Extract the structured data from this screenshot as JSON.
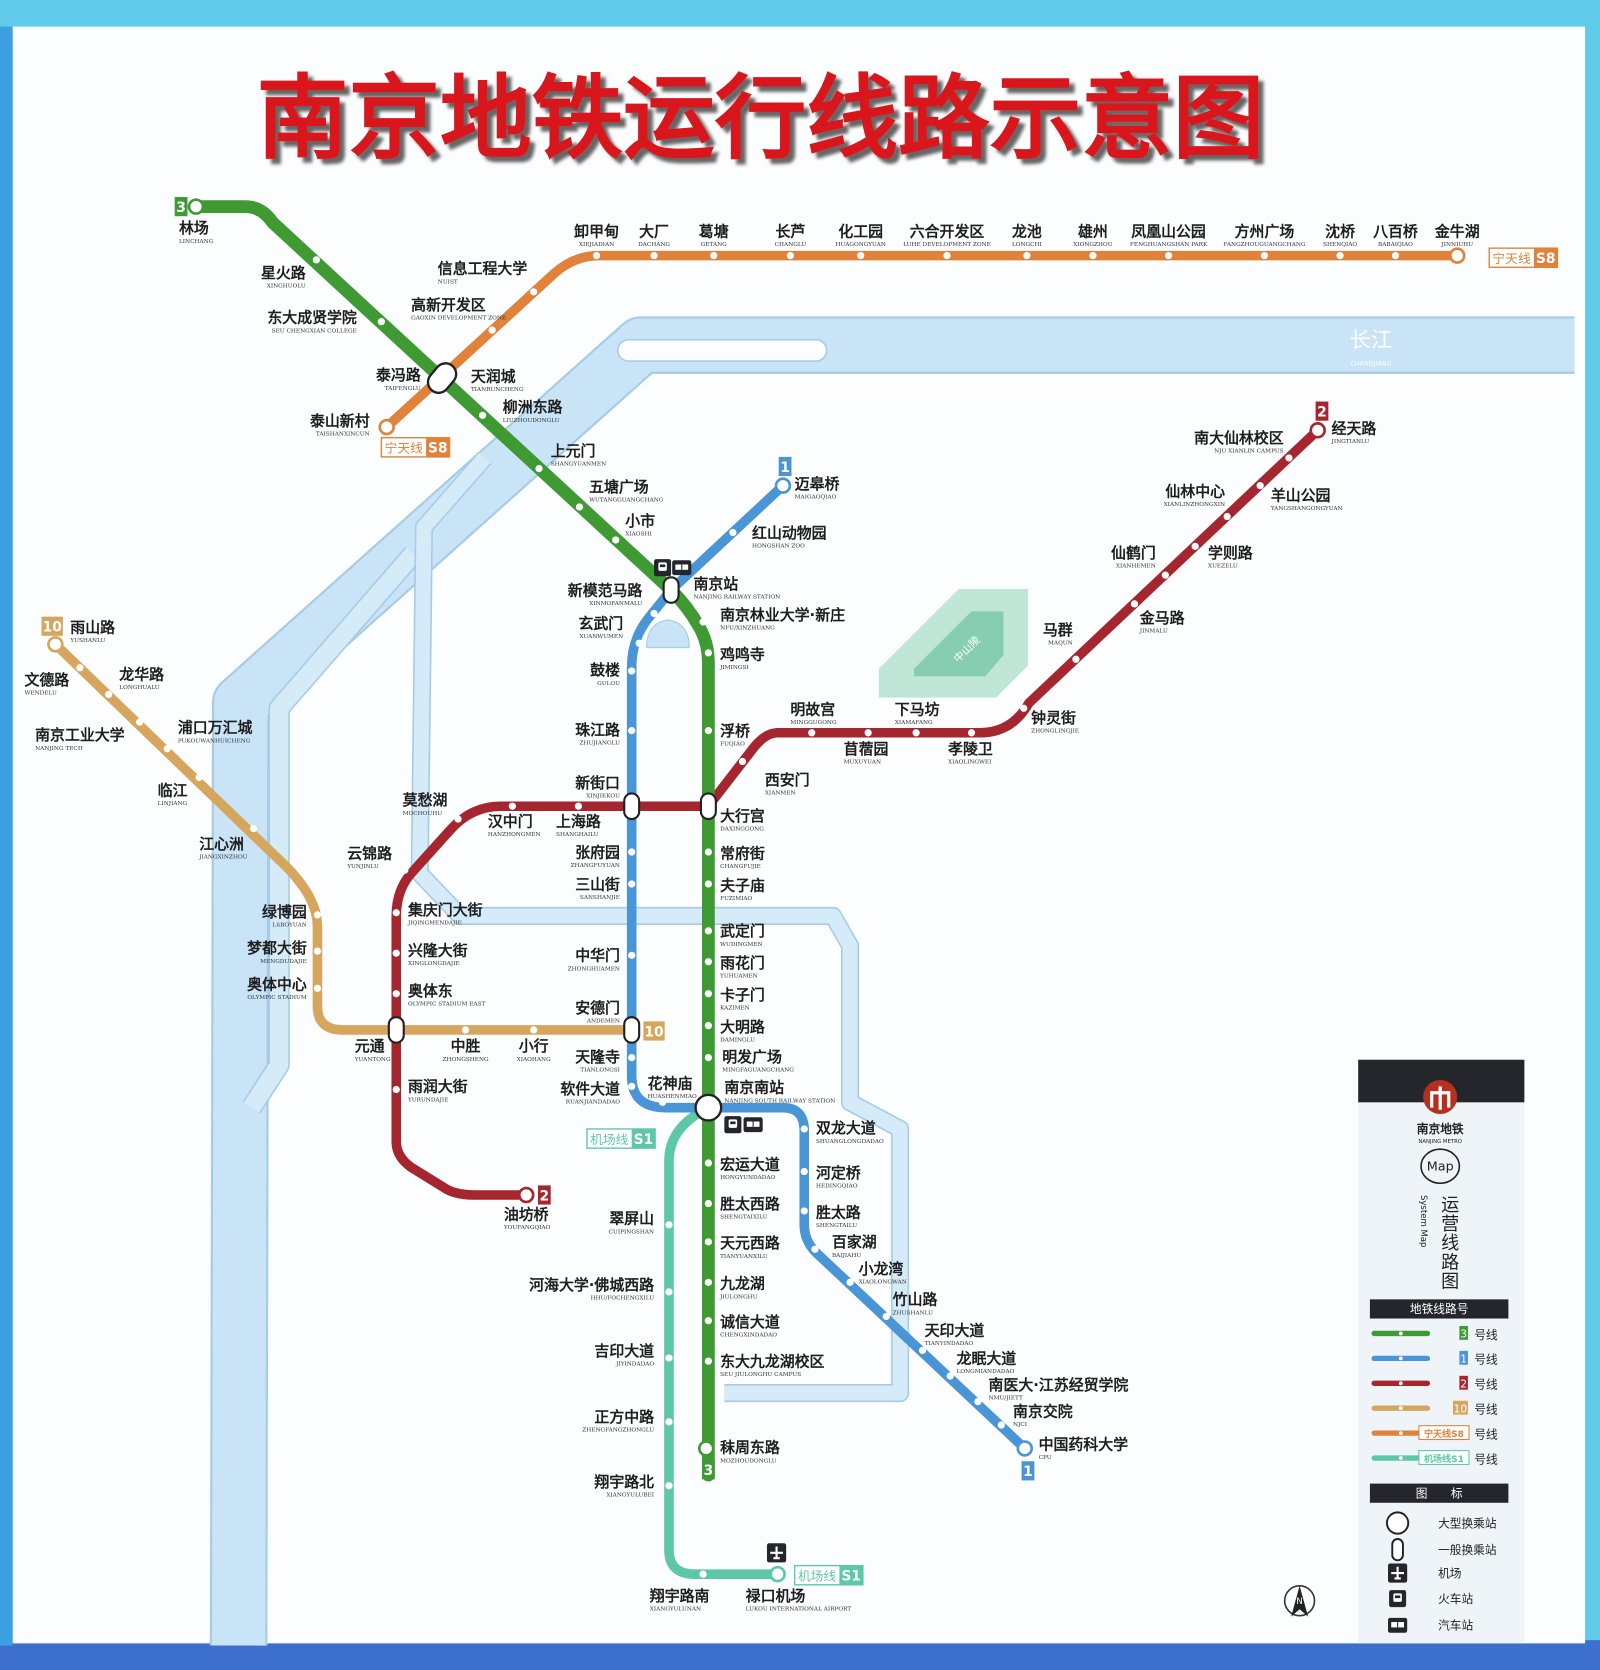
{
  "title": "南京地铁运行线路示意图",
  "river_label": {
    "zh": "长江",
    "en": "CHANGJIANG"
  },
  "mountain_label": "中山陵",
  "lines": [
    {
      "id": "3",
      "color": "#3f9a34",
      "tag": "3",
      "stations": [
        {
          "zh": "林场",
          "en": "LINCHANG"
        },
        {
          "zh": "星火路",
          "en": "XINGHUOLU"
        },
        {
          "zh": "东大成贤学院",
          "en": "SEU CHENGXIAN COLLEGE"
        },
        {
          "zh": "泰冯路",
          "en": "TAIFENGLU"
        },
        {
          "zh": "柳洲东路",
          "en": "LIUZHOUDONGLU"
        },
        {
          "zh": "上元门",
          "en": "SHANGYUANMEN"
        },
        {
          "zh": "五塘广场",
          "en": "WUTANGGUANGCHANG"
        },
        {
          "zh": "小市",
          "en": "XIAOSHI"
        },
        {
          "zh": "南京站",
          "en": "NANJING RAILWAY STATION"
        },
        {
          "zh": "南京林业大学·新庄",
          "en": "NFU/XINZHUANG"
        },
        {
          "zh": "鸡鸣寺",
          "en": "JIMINGSI"
        },
        {
          "zh": "浮桥",
          "en": "FUQIAO"
        },
        {
          "zh": "大行宫",
          "en": "DAXINGGONG"
        },
        {
          "zh": "常府街",
          "en": "CHANGFUJIE"
        },
        {
          "zh": "夫子庙",
          "en": "FUZIMIAO"
        },
        {
          "zh": "武定门",
          "en": "WUDINGMEN"
        },
        {
          "zh": "雨花门",
          "en": "YUHUAMEN"
        },
        {
          "zh": "卡子门",
          "en": "KAZIMEN"
        },
        {
          "zh": "大明路",
          "en": "DAMINGLU"
        },
        {
          "zh": "明发广场",
          "en": "MINGFAGUANGCHANG"
        },
        {
          "zh": "南京南站",
          "en": "NANJING SOUTH RAILWAY STATION"
        },
        {
          "zh": "宏运大道",
          "en": "HONGYUNDADAO"
        },
        {
          "zh": "胜太西路",
          "en": "SHENGTAIXILU"
        },
        {
          "zh": "天元西路",
          "en": "TIANYUANXILU"
        },
        {
          "zh": "九龙湖",
          "en": "JIULONGHU"
        },
        {
          "zh": "诚信大道",
          "en": "CHENGXINDADAO"
        },
        {
          "zh": "东大九龙湖校区",
          "en": "SEU JIULONGHU CAMPUS"
        },
        {
          "zh": "秣周东路",
          "en": "MOZHOUDONGLU"
        }
      ]
    },
    {
      "id": "1",
      "color": "#4a95d6",
      "tag": "1",
      "stations": [
        {
          "zh": "迈皋桥",
          "en": "MAIGAOQIAO"
        },
        {
          "zh": "红山动物园",
          "en": "HONGSHAN ZOO"
        },
        {
          "zh": "新模范马路",
          "en": "XINMOFANMALU"
        },
        {
          "zh": "玄武门",
          "en": "XUANWUMEN"
        },
        {
          "zh": "鼓楼",
          "en": "GULOU"
        },
        {
          "zh": "珠江路",
          "en": "ZHUJIANGLU"
        },
        {
          "zh": "新街口",
          "en": "XINJIEKOU"
        },
        {
          "zh": "张府园",
          "en": "ZHANGFUYUAN"
        },
        {
          "zh": "三山街",
          "en": "SANSHANJIE"
        },
        {
          "zh": "中华门",
          "en": "ZHONGHUAMEN"
        },
        {
          "zh": "安德门",
          "en": "ANDEMEN"
        },
        {
          "zh": "天隆寺",
          "en": "TIANLONGSI"
        },
        {
          "zh": "软件大道",
          "en": "RUANJIANDADAO"
        },
        {
          "zh": "花神庙",
          "en": "HUASHENMIAO"
        },
        {
          "zh": "双龙大道",
          "en": "SHUANGLONGDADAO"
        },
        {
          "zh": "河定桥",
          "en": "HEDINGQIAO"
        },
        {
          "zh": "胜太路",
          "en": "SHENGTAILU"
        },
        {
          "zh": "百家湖",
          "en": "BAIJIAHU"
        },
        {
          "zh": "小龙湾",
          "en": "XIAOLONGWAN"
        },
        {
          "zh": "竹山路",
          "en": "ZHUSHANLU"
        },
        {
          "zh": "天印大道",
          "en": "TIANYINDADAO"
        },
        {
          "zh": "龙眠大道",
          "en": "LONGMIANDADAO"
        },
        {
          "zh": "南医大·江苏经贸学院",
          "en": "NMU/JIETT"
        },
        {
          "zh": "南京交院",
          "en": "NJCI"
        },
        {
          "zh": "中国药科大学",
          "en": "CPU"
        }
      ]
    },
    {
      "id": "2",
      "color": "#a6262f",
      "tag": "2",
      "stations": [
        {
          "zh": "经天路",
          "en": "JINGTIANLU"
        },
        {
          "zh": "南大仙林校区",
          "en": "NJU XIANLIN CAMPUS"
        },
        {
          "zh": "羊山公园",
          "en": "YANGSHANGONGYUAN"
        },
        {
          "zh": "仙林中心",
          "en": "XIANLINZHONGXIN"
        },
        {
          "zh": "学则路",
          "en": "XUEZELU"
        },
        {
          "zh": "仙鹤门",
          "en": "XIANHEMEN"
        },
        {
          "zh": "金马路",
          "en": "JINMALU"
        },
        {
          "zh": "马群",
          "en": "MAQUN"
        },
        {
          "zh": "钟灵街",
          "en": "ZHONGLINGJIE"
        },
        {
          "zh": "孝陵卫",
          "en": "XIAOLINGWEI"
        },
        {
          "zh": "下马坊",
          "en": "XIAMAFANG"
        },
        {
          "zh": "苜蓿园",
          "en": "MUXUYUAN"
        },
        {
          "zh": "明故宫",
          "en": "MINGGUGONG"
        },
        {
          "zh": "西安门",
          "en": "XIANMEN"
        },
        {
          "zh": "上海路",
          "en": "SHANGHAILU"
        },
        {
          "zh": "汉中门",
          "en": "HANZHONGMEN"
        },
        {
          "zh": "莫愁湖",
          "en": "MOCHOUHU"
        },
        {
          "zh": "云锦路",
          "en": "YUNJINLU"
        },
        {
          "zh": "集庆门大街",
          "en": "JIQINGMENDAJIE"
        },
        {
          "zh": "兴隆大街",
          "en": "XINGLONGDAJIE"
        },
        {
          "zh": "奥体东",
          "en": "OLYMPIC STADIUM EAST"
        },
        {
          "zh": "元通",
          "en": "YUANTONG"
        },
        {
          "zh": "雨润大街",
          "en": "YURUNDAJIE"
        },
        {
          "zh": "油坊桥",
          "en": "YOUFANGQIAO"
        }
      ]
    },
    {
      "id": "10",
      "color": "#d6a65e",
      "tag": "10",
      "stations": [
        {
          "zh": "雨山路",
          "en": "YUSHANLU"
        },
        {
          "zh": "文德路",
          "en": "WENDELU"
        },
        {
          "zh": "龙华路",
          "en": "LONGHUALU"
        },
        {
          "zh": "南京工业大学",
          "en": "NANJING TECH"
        },
        {
          "zh": "浦口万汇城",
          "en": "PUKOUWANHUICHENG"
        },
        {
          "zh": "临江",
          "en": "LINJIANG"
        },
        {
          "zh": "江心洲",
          "en": "JIANGXINZHOU"
        },
        {
          "zh": "绿博园",
          "en": "LüBOYUAN"
        },
        {
          "zh": "梦都大街",
          "en": "MENGDUDAJIE"
        },
        {
          "zh": "奥体中心",
          "en": "OLYMPIC STADIUM"
        },
        {
          "zh": "中胜",
          "en": "ZHONGSHENG"
        },
        {
          "zh": "小行",
          "en": "XIAOHANG"
        }
      ]
    },
    {
      "id": "S8",
      "color": "#e0823a",
      "tag": "宁天线S8",
      "tag_cn": "宁天线",
      "tag_code": "S8",
      "stations": [
        {
          "zh": "泰山新村",
          "en": "TAISHANXINCUN"
        },
        {
          "zh": "天润城",
          "en": "TIANRUNCHENG"
        },
        {
          "zh": "高新开发区",
          "en": "GAOXIN DEVELOPMENT ZONE"
        },
        {
          "zh": "信息工程大学",
          "en": "NUIST"
        },
        {
          "zh": "卸甲甸",
          "en": "XIEJIADIAN"
        },
        {
          "zh": "大厂",
          "en": "DACHANG"
        },
        {
          "zh": "葛塘",
          "en": "GETANG"
        },
        {
          "zh": "长芦",
          "en": "CHANGLU"
        },
        {
          "zh": "化工园",
          "en": "HUAGONGYUAN"
        },
        {
          "zh": "六合开发区",
          "en": "LUHE DEVELOPMENT ZONE"
        },
        {
          "zh": "龙池",
          "en": "LONGCHI"
        },
        {
          "zh": "雄州",
          "en": "XIONGZHOU"
        },
        {
          "zh": "凤凰山公园",
          "en": "FENGHUANGSHAN PARK"
        },
        {
          "zh": "方州广场",
          "en": "FANGZHOUGUANGCHANG"
        },
        {
          "zh": "沈桥",
          "en": "SHENQIAO"
        },
        {
          "zh": "八百桥",
          "en": "BABAIQIAO"
        },
        {
          "zh": "金牛湖",
          "en": "JINNIUHU"
        }
      ]
    },
    {
      "id": "S1",
      "color": "#5cc8a6",
      "tag": "机场线S1",
      "tag_cn": "机场线",
      "tag_code": "S1",
      "stations": [
        {
          "zh": "翠屏山",
          "en": "CUIPINGSHAN"
        },
        {
          "zh": "河海大学·佛城西路",
          "en": "HHU/FOCHENGXILU"
        },
        {
          "zh": "吉印大道",
          "en": "JIYINDADAO"
        },
        {
          "zh": "正方中路",
          "en": "ZHENGFANGZHONGLU"
        },
        {
          "zh": "翔宇路北",
          "en": "XIANGYULUBEI"
        },
        {
          "zh": "翔宇路南",
          "en": "XIANGYULUNAN"
        },
        {
          "zh": "禄口机场",
          "en": "LUKOU INTERNATIONAL AIRPORT"
        }
      ]
    }
  ],
  "legend": {
    "brand": "南京地铁",
    "brand_en": "NANJING METRO",
    "map_badge": "Map",
    "system_map": "System Map",
    "title_vertical": "运营线路图",
    "lines_header": "地铁线路号",
    "line_suffix": "号线",
    "symbols_header": "图　　标",
    "symbols": [
      {
        "icon": "major-interchange-icon",
        "label": "大型换乘站"
      },
      {
        "icon": "minor-interchange-icon",
        "label": "一般换乘站"
      },
      {
        "icon": "airport-icon",
        "label": "机场"
      },
      {
        "icon": "train-station-icon",
        "label": "火车站"
      },
      {
        "icon": "bus-station-icon",
        "label": "汽车站"
      }
    ]
  },
  "compass": "N"
}
